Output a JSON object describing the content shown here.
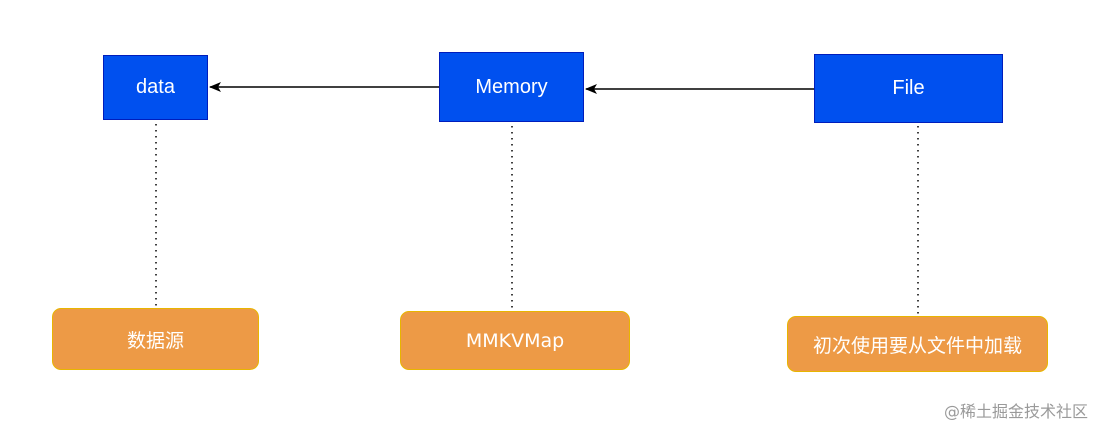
{
  "nodes": {
    "data": "data",
    "memory": "Memory",
    "file": "File",
    "data_source": "数据源",
    "mmkvmap": "MMKVMap",
    "file_load": "初次使用要从文件中加载"
  },
  "colors": {
    "blue_fill": "#0050ef",
    "blue_border": "#001dbc",
    "orange_fill": "#ed9a46",
    "orange_border": "#e8b500",
    "arrow": "#000000",
    "dotted_line": "#000000"
  },
  "watermark": "@稀土掘金技术社区"
}
